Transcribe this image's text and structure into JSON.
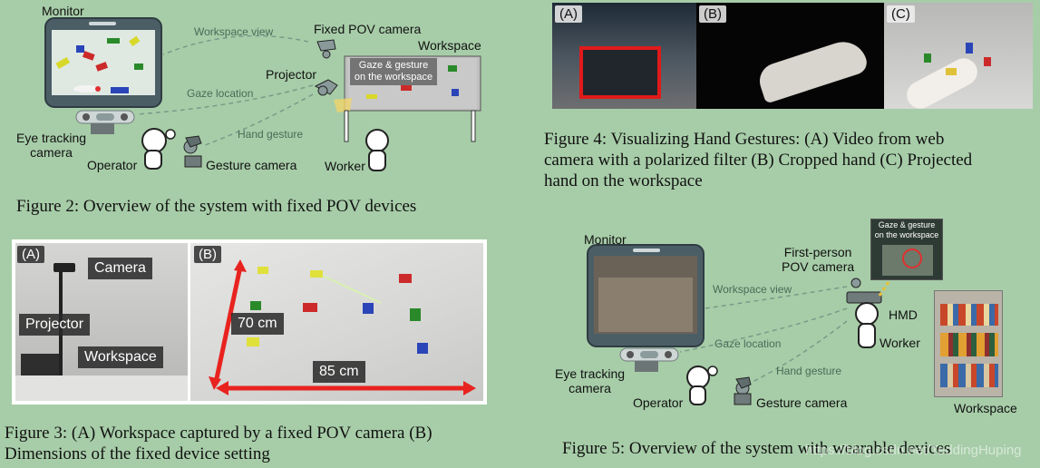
{
  "fig2": {
    "caption": "Figure 2: Overview of the system with fixed POV devices",
    "monitor": "Monitor",
    "fixed_pov_camera": "Fixed POV camera",
    "workspace": "Workspace",
    "workspace_view": "Workspace view",
    "projector": "Projector",
    "gaze_location": "Gaze location",
    "gaze_gesture_line1": "Gaze & gesture",
    "gaze_gesture_line2": "on the workspace",
    "eye_tracking_line1": "Eye tracking",
    "eye_tracking_line2": "camera",
    "hand_gesture": "Hand gesture",
    "operator": "Operator",
    "gesture_camera": "Gesture camera",
    "worker": "Worker"
  },
  "fig3": {
    "caption_line1": "Figure 3: (A) Workspace captured by a fixed POV camera (B)",
    "caption_line2": "Dimensions of the fixed device setting",
    "panel_a": "(A)",
    "panel_b": "(B)",
    "camera": "Camera",
    "projector": "Projector",
    "workspace": "Workspace",
    "dim_70": "70 cm",
    "dim_85": "85 cm"
  },
  "fig4": {
    "caption_line1": "Figure 4:  Visualizing Hand Gestures: (A) Video from web",
    "caption_line2": "camera with a polarized filter (B) Cropped hand (C) Projected",
    "caption_line3": "hand on the workspace",
    "panel_a": "(A)",
    "panel_b": "(B)",
    "panel_c": "(C)"
  },
  "fig5": {
    "caption": "Figure 5: Overview of the system with wearable devices",
    "monitor": "Monitor",
    "first_person_line1": "First-person",
    "first_person_line2": "POV camera",
    "gaze_gesture_line1": "Gaze & gesture",
    "gaze_gesture_line2": "on the workspace",
    "workspace_view": "Workspace view",
    "hmd": "HMD",
    "worker": "Worker",
    "gaze_location": "Gaze location",
    "eye_tracking_line1": "Eye tracking",
    "eye_tracking_line2": "camera",
    "hand_gesture": "Hand gesture",
    "operator": "Operator",
    "gesture_camera": "Gesture camera",
    "workspace": "Workspace"
  },
  "watermark": "https://blog.csdn.net/TeddingHuping",
  "colors": {
    "background": "#a7cda8",
    "dimension_arrow": "#e8231f",
    "monitor_frame": "#4b5e66"
  }
}
